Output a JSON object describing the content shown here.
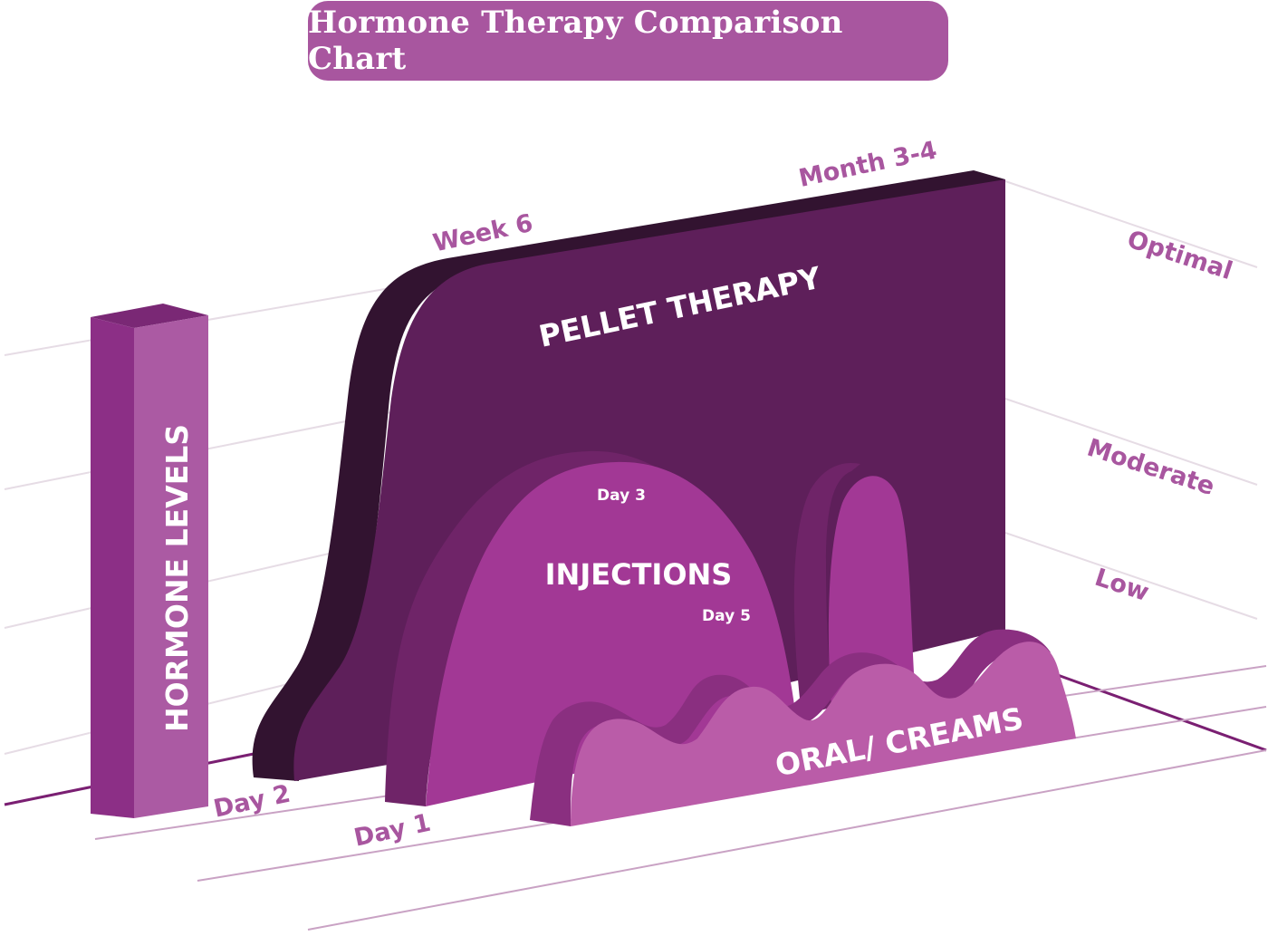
{
  "title": "Hormone Therapy Comparison Chart",
  "colors": {
    "title_bg": "#a8569f",
    "label_text": "#a8569f",
    "pellet_front": "#5e1f5a",
    "pellet_side": "#321330",
    "injection_front": "#a23895",
    "injection_side": "#6f2468",
    "oral_front": "#ba5ca8",
    "oral_side": "#8a2f80",
    "bar_front": "#ab5aa3",
    "bar_side": "#8c2f86",
    "bar_top": "#7a2875",
    "gridline": "#e6dce5",
    "floor_line": "#7a1f72"
  },
  "chart_data": {
    "type": "area",
    "title": "Hormone Therapy Comparison Chart",
    "ylabel": "HORMONE LEVELS",
    "level_labels": [
      "Optimal",
      "Moderate",
      "Low"
    ],
    "series": [
      {
        "name": "PELLET THERAPY",
        "time_labels": [
          "Day 2",
          "Week 6",
          "Month 3-4"
        ],
        "levels": [
          "Low",
          "Optimal",
          "Optimal"
        ]
      },
      {
        "name": "INJECTIONS",
        "time_labels": [
          "Day 1",
          "Day 3",
          "Day 5"
        ],
        "levels": [
          "Low",
          "Moderate",
          "Low"
        ]
      },
      {
        "name": "ORAL/ CREAMS",
        "time_labels": [],
        "levels": [
          "Low",
          "Low",
          "Low"
        ]
      }
    ],
    "labels": {
      "day2": "Day 2",
      "day1": "Day 1",
      "week6": "Week 6",
      "month34": "Month 3-4",
      "day3": "Day 3",
      "day5": "Day 5",
      "optimal": "Optimal",
      "moderate": "Moderate",
      "low": "Low"
    }
  }
}
